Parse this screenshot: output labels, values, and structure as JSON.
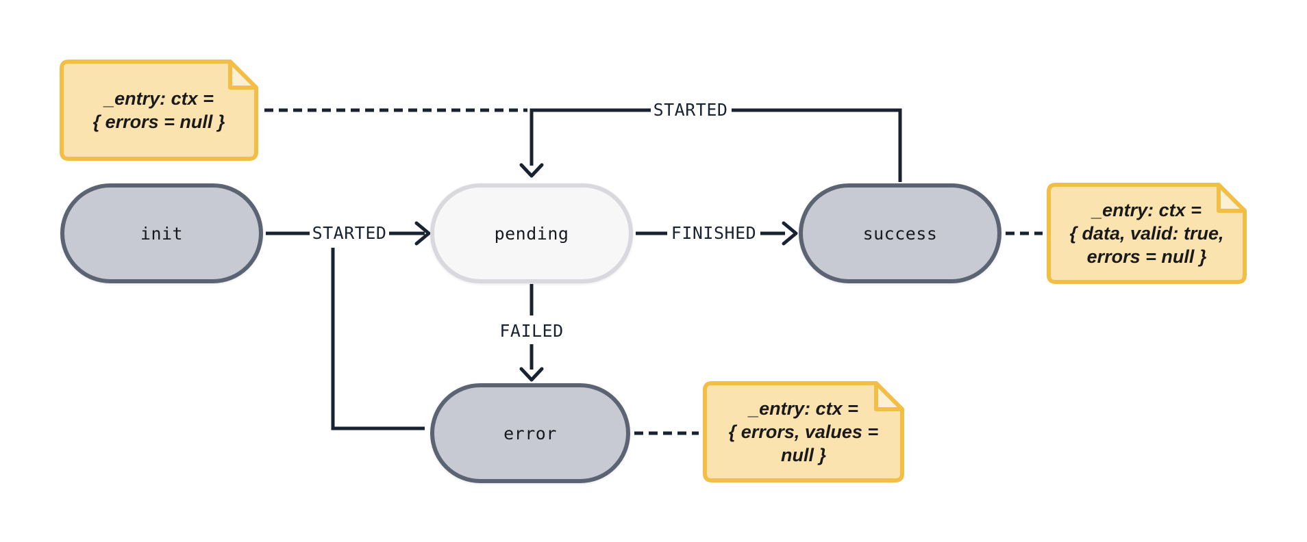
{
  "diagram_type": "state-machine",
  "states": [
    {
      "id": "init",
      "label": "init",
      "style": "filled"
    },
    {
      "id": "pending",
      "label": "pending",
      "style": "light"
    },
    {
      "id": "success",
      "label": "success",
      "style": "filled"
    },
    {
      "id": "error",
      "label": "error",
      "style": "filled"
    }
  ],
  "transitions": [
    {
      "from": "init",
      "to": "pending",
      "label": "STARTED"
    },
    {
      "from": "pending",
      "to": "success",
      "label": "FINISHED"
    },
    {
      "from": "pending",
      "to": "error",
      "label": "FAILED"
    },
    {
      "from": "success",
      "to": "pending",
      "label": "STARTED"
    },
    {
      "from": "error",
      "to": "pending",
      "label": "STARTED",
      "label_shared": true
    }
  ],
  "notes": [
    {
      "target": "pending",
      "lines": [
        "_entry: ctx =",
        "{ errors = null }"
      ]
    },
    {
      "target": "success",
      "lines": [
        "_entry: ctx =",
        "{ data, valid: true,",
        "errors = null }"
      ]
    },
    {
      "target": "error",
      "lines": [
        "_entry: ctx =",
        "{ errors, values =",
        "null }"
      ]
    }
  ],
  "colors": {
    "edge": "#182230",
    "label_color": "#182230",
    "pill_fill": "#c7cad2",
    "pill_border": "#5c6473",
    "pending_fill": "#f7f7f8",
    "pending_border": "#d8d8dd",
    "note_fill": "#fae3ae",
    "note_border": "#f2be45",
    "note_fold": "#fcf0d3",
    "note_text": "#1a1a1a",
    "state_text": "#16191f",
    "bg": "#ffffff"
  }
}
